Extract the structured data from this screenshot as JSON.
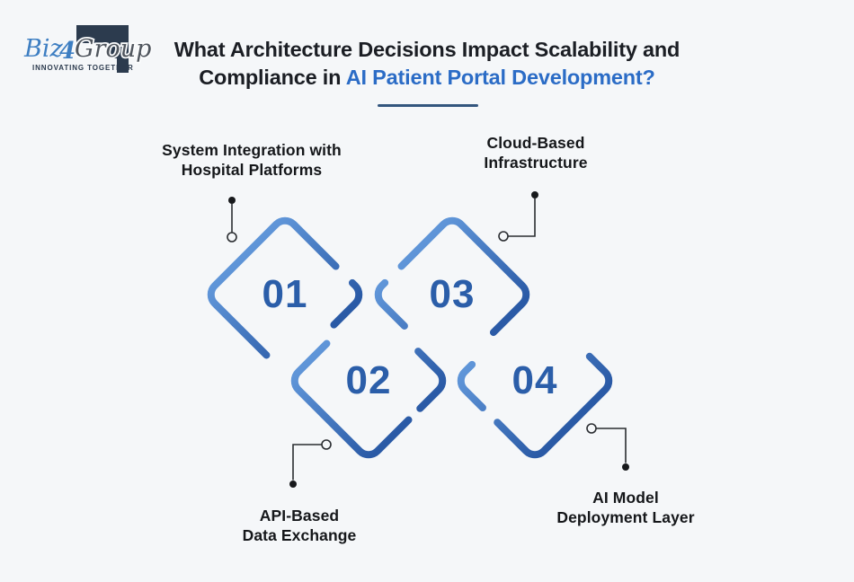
{
  "page": {
    "background": "#f5f7f9"
  },
  "logo": {
    "text_biz": "Biz",
    "text_4": "4",
    "text_group": "Group",
    "tagline": "INNOVATING TOGETHER",
    "color_navy": "#2c3b4e",
    "color_blue": "#3d7ec2",
    "color_gray": "#50565e"
  },
  "title": {
    "line1": "What Architecture Decisions Impact Scalability and",
    "line2_prefix": "Compliance in ",
    "line2_highlight": "AI Patient Portal Development?",
    "color_text": "#1b1e24",
    "color_highlight": "#2b6cc6",
    "color_underline": "#33567e"
  },
  "diagram": {
    "stroke_gradient_start": "#5F95D8",
    "stroke_gradient_end": "#2A5AA6",
    "number_color": "#2b5ea9",
    "connector_color": "#2a2d31",
    "items": [
      {
        "number": "01",
        "label_line1": "System Integration with",
        "label_line2": "Hospital Platforms"
      },
      {
        "number": "02",
        "label_line1": "API-Based",
        "label_line2": "Data Exchange"
      },
      {
        "number": "03",
        "label_line1": "Cloud-Based",
        "label_line2": "Infrastructure"
      },
      {
        "number": "04",
        "label_line1": "AI Model",
        "label_line2": "Deployment Layer"
      }
    ]
  }
}
